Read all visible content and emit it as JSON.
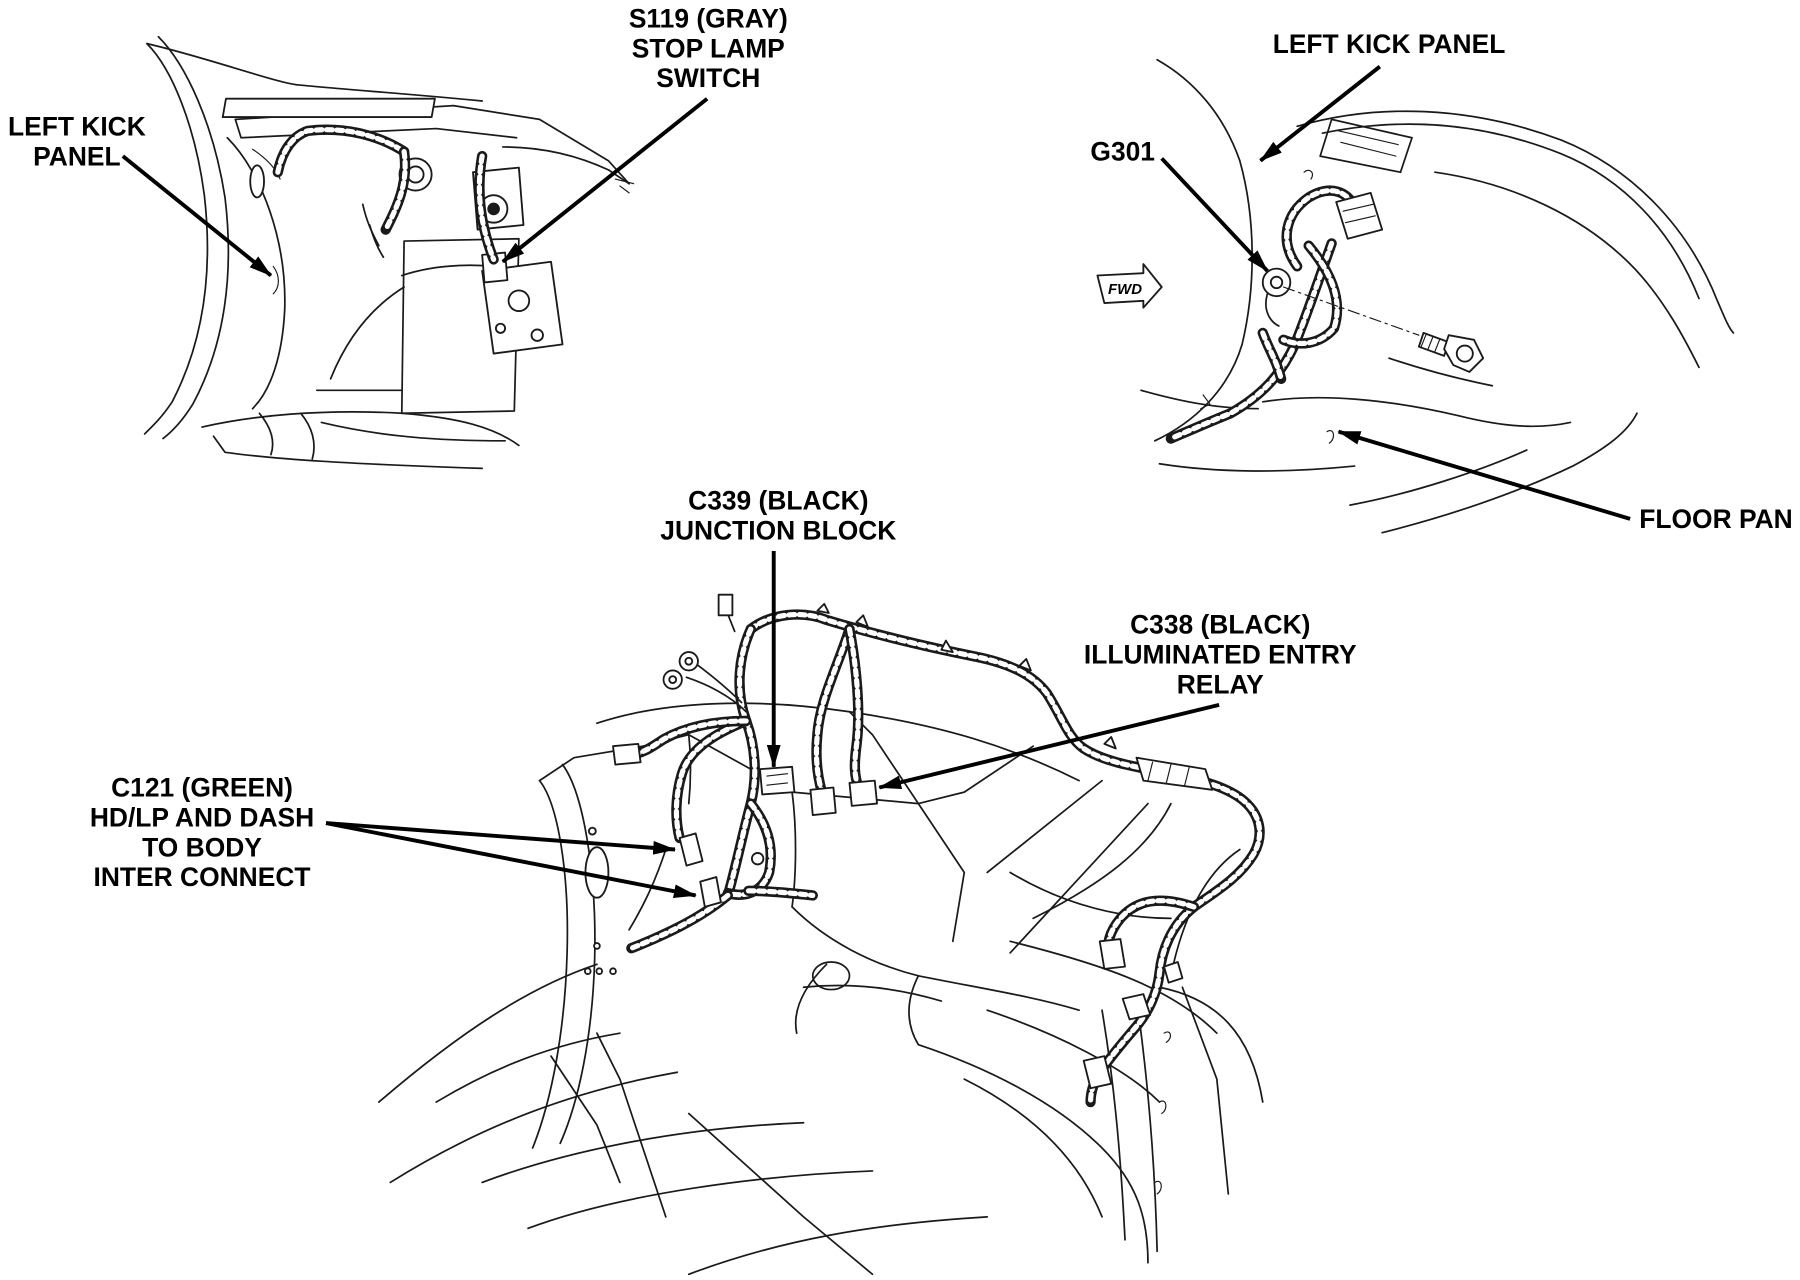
{
  "views": {
    "stop_lamp": {
      "left_kick_panel": [
        "LEFT KICK",
        "PANEL"
      ],
      "s119": [
        "S119 (GRAY)",
        "STOP LAMP",
        "SWITCH"
      ]
    },
    "ground": {
      "left_kick_panel": [
        "LEFT KICK PANEL"
      ],
      "g301": [
        "G301"
      ],
      "fwd": "FWD",
      "floor_pan": [
        "FLOOR PAN"
      ]
    },
    "harness": {
      "c339": [
        "C339 (BLACK)",
        "JUNCTION BLOCK"
      ],
      "c338": [
        "C338 (BLACK)",
        "ILLUMINATED ENTRY",
        "RELAY"
      ],
      "c121": [
        "C121 (GREEN)",
        "HD/LP AND DASH",
        "TO BODY",
        "INTER CONNECT"
      ]
    }
  }
}
